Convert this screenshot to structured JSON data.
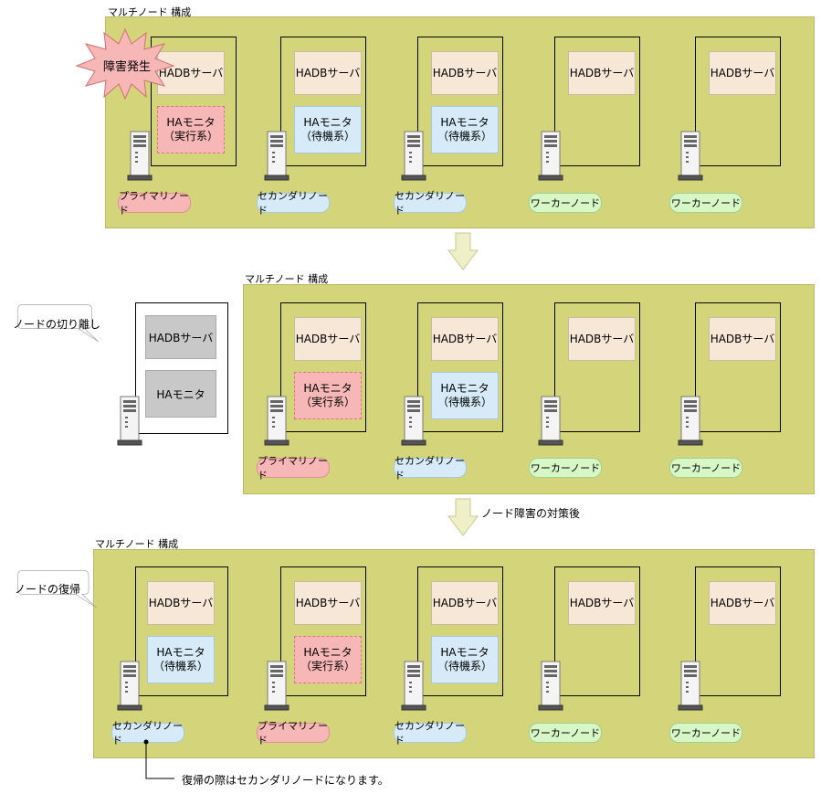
{
  "labels": {
    "multinode": "マルチノード 構成",
    "hadb": "HADBサーバ",
    "ha_monitor_active": "HAモニタ\n（実行系）",
    "ha_monitor_standby": "HAモニタ\n（待機系）",
    "ha_monitor": "HAモニタ",
    "primary": "プライマリノード",
    "secondary": "セカンダリノード",
    "worker": "ワーカーノード",
    "failure": "障害発生",
    "detach": "ノードの切り離し",
    "after_fix": "ノード障害の対策後",
    "recover": "ノードの復帰",
    "note": "復帰の際はセカンダリノードになります。"
  },
  "colors": {
    "cluster": "#d4d47a",
    "hadb": "#f7e7d6",
    "active": "#f7b7b7",
    "standby": "#d6ebf7",
    "worker": "#d7f7c7",
    "detached_box": "#c8c8c8",
    "arrow": "#f0f0c8",
    "burst": "#f7b7b7"
  },
  "icons": {
    "server": "server-tower-icon",
    "burst": "failure-burst-icon",
    "arrow": "down-arrow-icon"
  }
}
